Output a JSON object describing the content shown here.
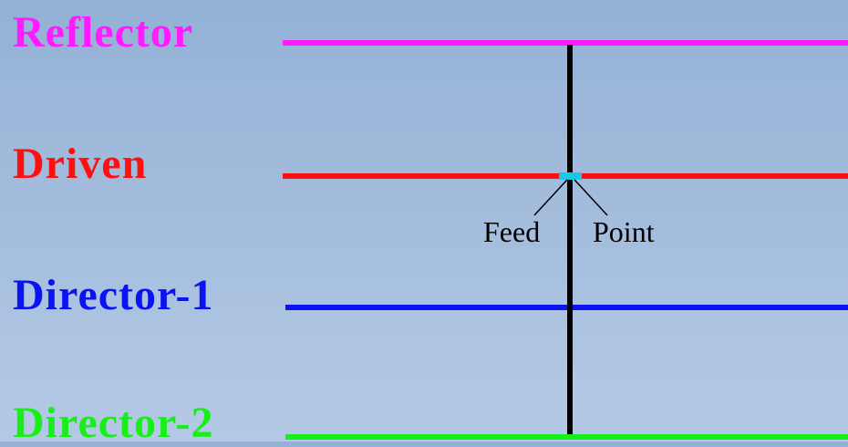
{
  "elements": {
    "reflector": {
      "label": "Reflector",
      "color": "#ff1aff"
    },
    "driven": {
      "label": "Driven",
      "color": "#ff1010"
    },
    "director1": {
      "label": "Director-1",
      "color": "#0b14f0"
    },
    "director2": {
      "label": "Director-2",
      "color": "#18ee18"
    }
  },
  "boom_color": "#000000",
  "feed_point": {
    "label_left": "Feed",
    "label_right": "Point",
    "marker_color": "#19c8e6"
  }
}
